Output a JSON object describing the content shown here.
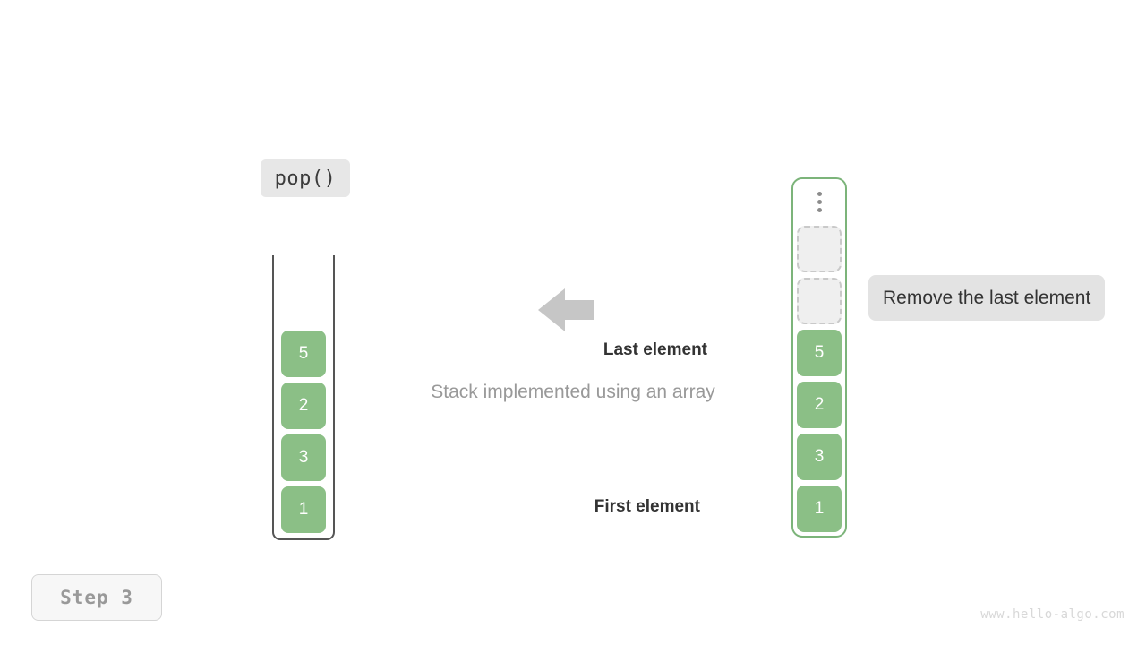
{
  "figure": {
    "operation_label": "pop()",
    "caption": "Stack implemented using an array",
    "step_label": "Step 3",
    "watermark": "www.hello-algo.com",
    "callout": "Remove the last element",
    "pointer_last": "Last element",
    "pointer_first": "First element",
    "arrow_icon": "arrow-left-icon",
    "ellipsis_icon": "vertical-ellipsis-icon"
  },
  "colors": {
    "cell_fill": "#8bbf86",
    "cell_text": "#ffffff",
    "stack_border": "#7cb47a",
    "array_border": "#555555",
    "empty_fill": "#efefef",
    "empty_border": "#c9c9c9",
    "label_bg": "#e7e7e7",
    "callout_bg": "#e3e3e3",
    "caption_text": "#999999",
    "arrow_fill": "#c6c6c6",
    "watermark_text": "#d8d8d8"
  },
  "array_view": {
    "name": "array",
    "capacity_visible": 6,
    "cells": [
      {
        "value": "5"
      },
      {
        "value": "2"
      },
      {
        "value": "3"
      },
      {
        "value": "1"
      }
    ]
  },
  "stack_view": {
    "name": "stack",
    "slots": [
      {
        "kind": "ellipsis",
        "value": ""
      },
      {
        "kind": "empty",
        "value": ""
      },
      {
        "kind": "empty",
        "value": ""
      },
      {
        "kind": "value",
        "value": "5"
      },
      {
        "kind": "value",
        "value": "2"
      },
      {
        "kind": "value",
        "value": "3"
      },
      {
        "kind": "value",
        "value": "1"
      }
    ]
  }
}
